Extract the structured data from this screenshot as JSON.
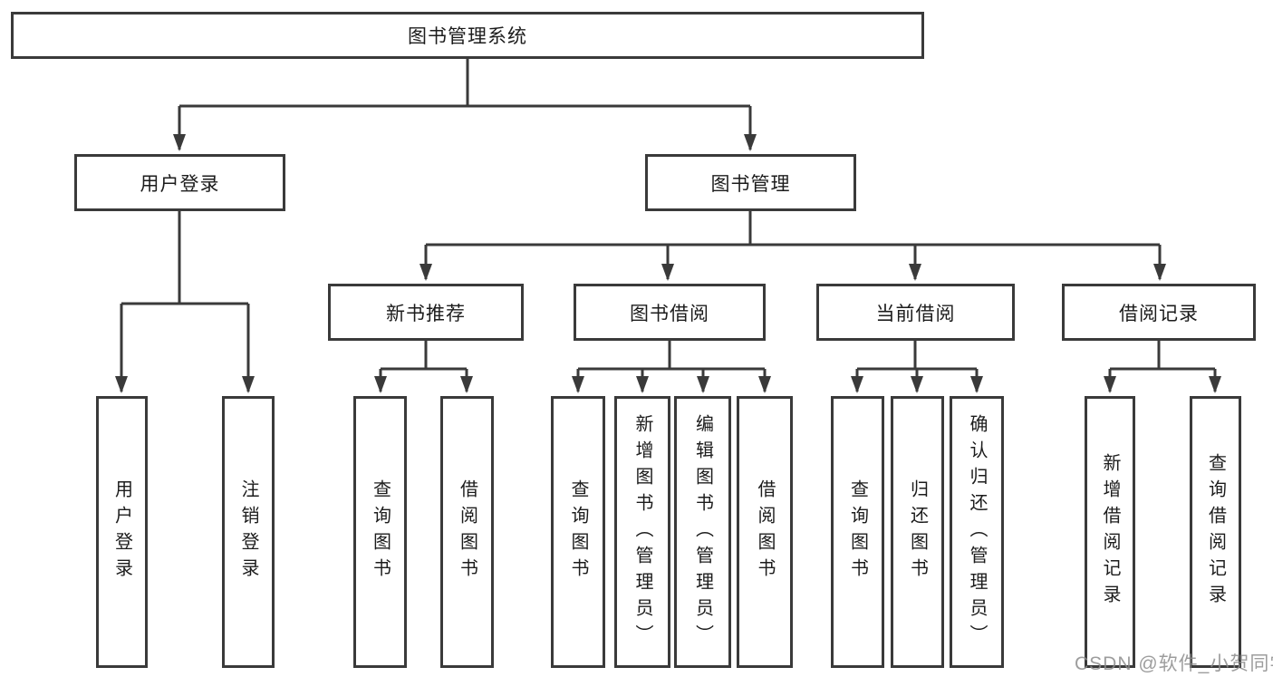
{
  "root": {
    "label": "图书管理系统"
  },
  "branches": [
    {
      "label": "用户登录",
      "children": [
        {
          "label": "用户登录"
        },
        {
          "label": "注销登录"
        }
      ]
    },
    {
      "label": "图书管理",
      "children": [
        {
          "label": "新书推荐",
          "children": [
            {
              "label": "查询图书"
            },
            {
              "label": "借阅图书"
            }
          ]
        },
        {
          "label": "图书借阅",
          "children": [
            {
              "label": "查询图书"
            },
            {
              "label": "新增图书（管理员）"
            },
            {
              "label": "编辑图书（管理员）"
            },
            {
              "label": "借阅图书"
            }
          ]
        },
        {
          "label": "当前借阅",
          "children": [
            {
              "label": "查询图书"
            },
            {
              "label": "归还图书"
            },
            {
              "label": "确认归还（管理员）"
            }
          ]
        },
        {
          "label": "借阅记录",
          "children": [
            {
              "label": "新增借阅记录"
            },
            {
              "label": "查询借阅记录"
            }
          ]
        }
      ]
    }
  ],
  "watermark": "CSDN @软件_小贺同学",
  "colors": {
    "line": "#3a3a3a",
    "text": "#1c1c1c",
    "box_background": "#ffffff",
    "watermark": "#8c8c8c"
  }
}
